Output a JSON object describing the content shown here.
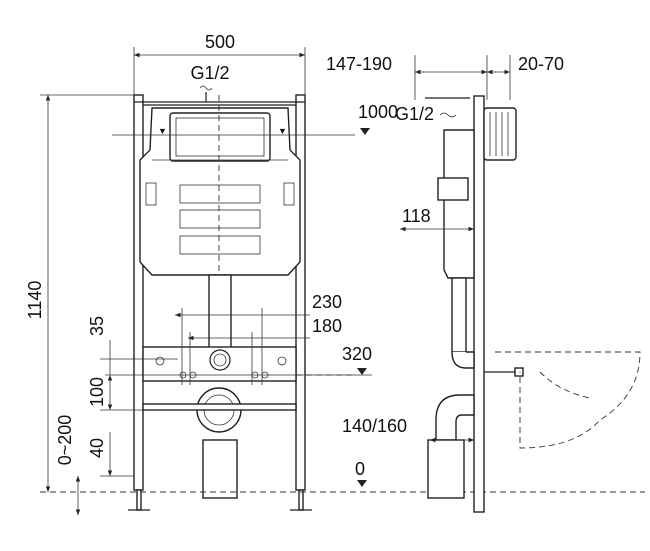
{
  "front_view": {
    "width_label": "500",
    "inlet_label": "G1/2",
    "height_label": "1140",
    "centre_label": "1000",
    "dim_230": "230",
    "dim_180": "180",
    "dim_320": "320",
    "dim_35": "35",
    "dim_100": "100",
    "dim_40": "40",
    "adjust_label": "0~200",
    "zero_label": "0"
  },
  "side_view": {
    "depth_label": "147-190",
    "wall_label": "20-70",
    "inlet_label": "G1/2",
    "dim_118": "118",
    "dim_140_160": "140/160"
  },
  "colors": {
    "line": "#222222",
    "background": "#ffffff"
  }
}
